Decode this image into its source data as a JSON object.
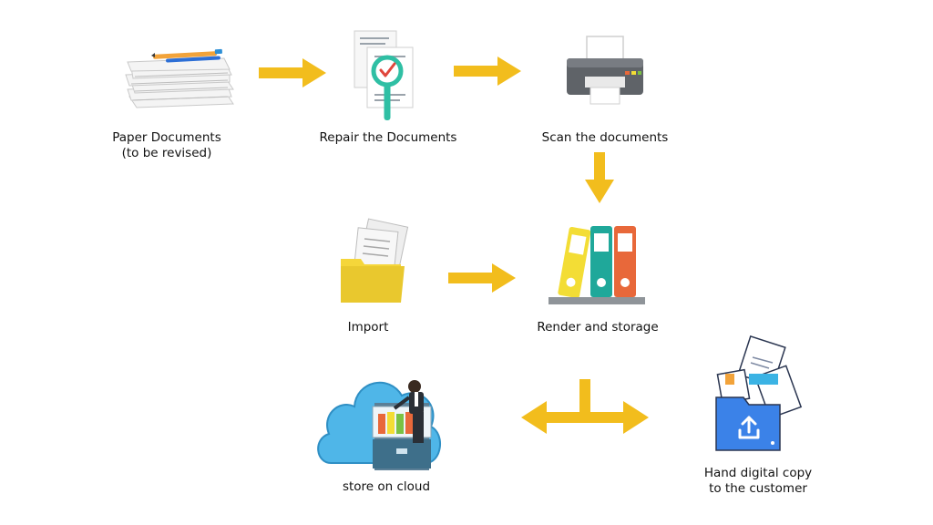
{
  "steps": {
    "paper": {
      "line1": "Paper Documents",
      "line2": "(to be revised)"
    },
    "repair": {
      "label": "Repair the Documents"
    },
    "scan": {
      "label": "Scan the documents"
    },
    "import": {
      "label": "Import"
    },
    "render": {
      "label": "Render and storage"
    },
    "cloud": {
      "label": "store on cloud"
    },
    "hand": {
      "line1": "Hand digital copy",
      "line2": "to the customer"
    }
  },
  "colors": {
    "arrow": "#f2bd1d",
    "folder_yellow": "#f5d63a",
    "folder_blue": "#3b82e8",
    "cloud": "#4fb6e8",
    "printer": "#5f6368",
    "binder_yellow": "#f3dd35",
    "binder_teal": "#1fa89a",
    "binder_orange": "#e8683a",
    "magnifier": "#2fbfa4",
    "check": "#e0463c"
  },
  "icons": {
    "paper": "paper-stack-icon",
    "repair": "magnifier-document-icon",
    "scan": "printer-icon",
    "import": "folder-documents-icon",
    "render": "binders-shelf-icon",
    "cloud": "cloud-cabinet-icon",
    "hand": "upload-folder-icon"
  }
}
